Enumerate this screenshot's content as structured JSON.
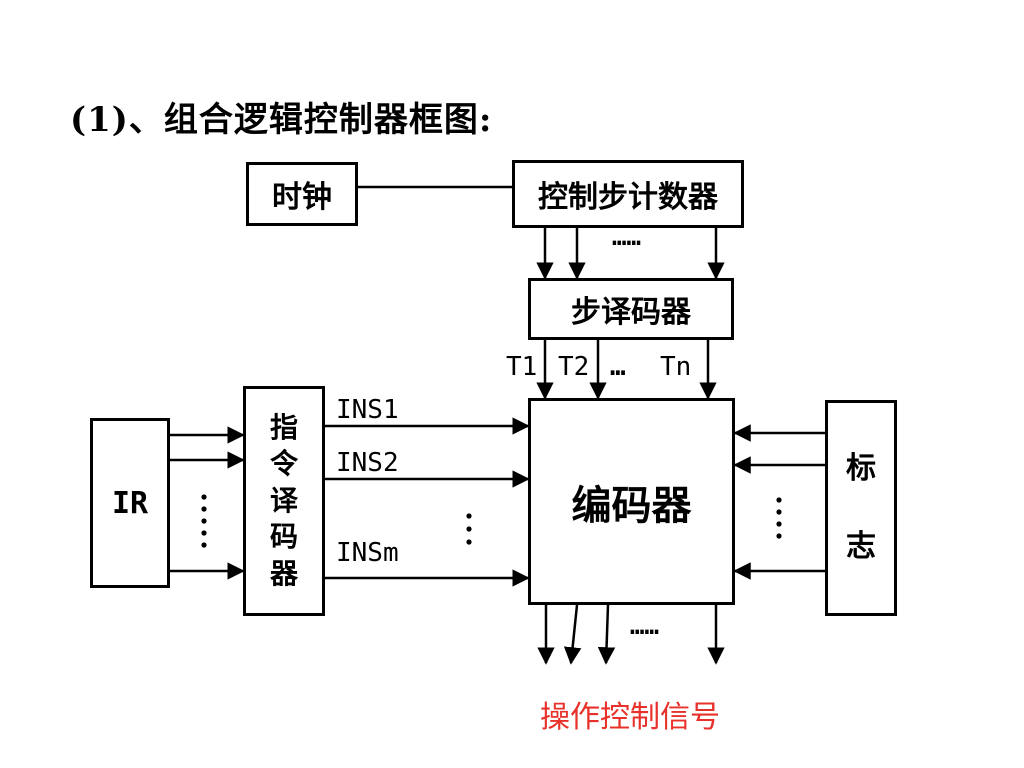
{
  "title": "(1)、组合逻辑控制器框图:",
  "blocks": {
    "clock": "时钟",
    "step_counter": "控制步计数器",
    "step_decoder": "步译码器",
    "encoder": "编码器",
    "ir": "IR",
    "instr_decoder": [
      "指",
      "令",
      "译",
      "码",
      "器"
    ],
    "flags": [
      "标",
      "志"
    ]
  },
  "labels": {
    "t1": "T1",
    "t2": "T2",
    "tdots": "…",
    "tn": "Tn",
    "ins1": "INS1",
    "ins2": "INS2",
    "insm": "INSm",
    "dots_top": "……",
    "dots_bottom": "……",
    "output": "操作控制信号"
  },
  "colors": {
    "output_text": "#e8312a"
  }
}
